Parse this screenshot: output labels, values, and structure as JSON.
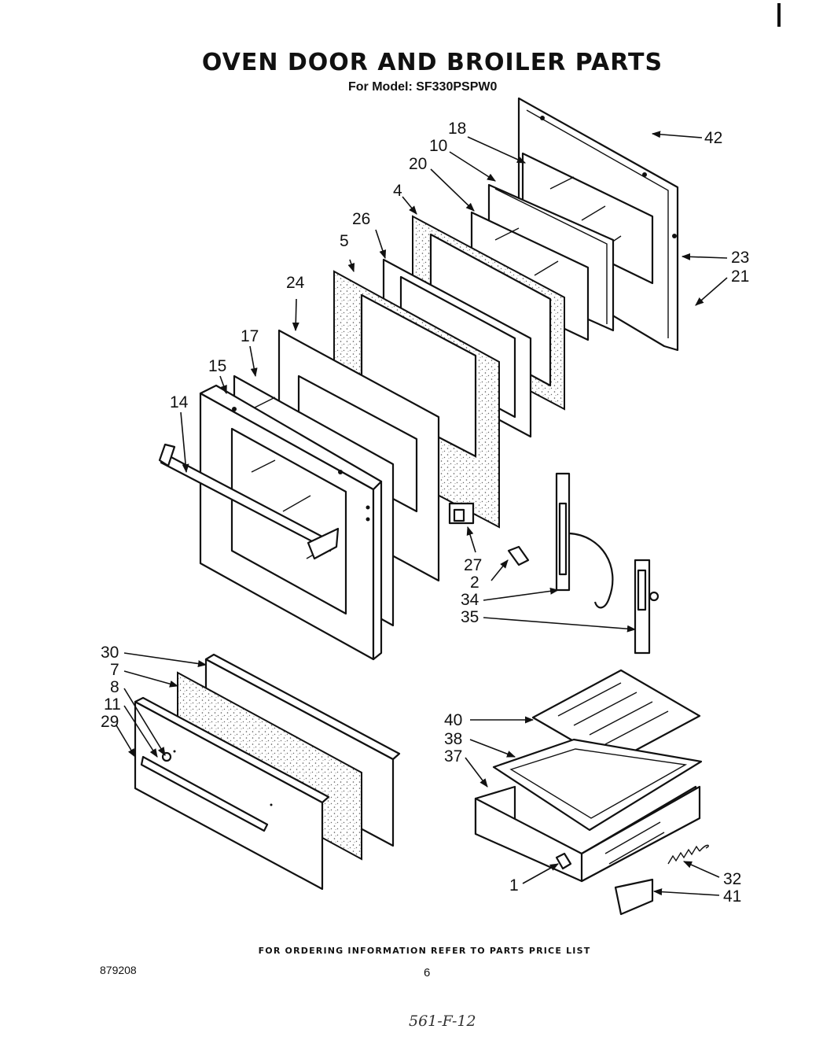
{
  "title": "OVEN DOOR AND BROILER PARTS",
  "subtitle": "For Model: SF330PSPW0",
  "footer": "FOR ORDERING INFORMATION REFER TO PARTS PRICE LIST",
  "doc_number": "879208",
  "page_number": "6",
  "handwritten_note": "561-F-12",
  "labels": {
    "p42": "42",
    "p18": "18",
    "p10": "10",
    "p20": "20",
    "p4": "4",
    "p26": "26",
    "p5": "5",
    "p24": "24",
    "p17": "17",
    "p15": "15",
    "p14": "14",
    "p23": "23",
    "p21": "21",
    "p27": "27",
    "p2": "2",
    "p34": "34",
    "p35": "35",
    "p30": "30",
    "p7": "7",
    "p8": "8",
    "p11": "11",
    "p29": "29",
    "p40": "40",
    "p38": "38",
    "p37": "37",
    "p1": "1",
    "p32": "32",
    "p41": "41"
  }
}
